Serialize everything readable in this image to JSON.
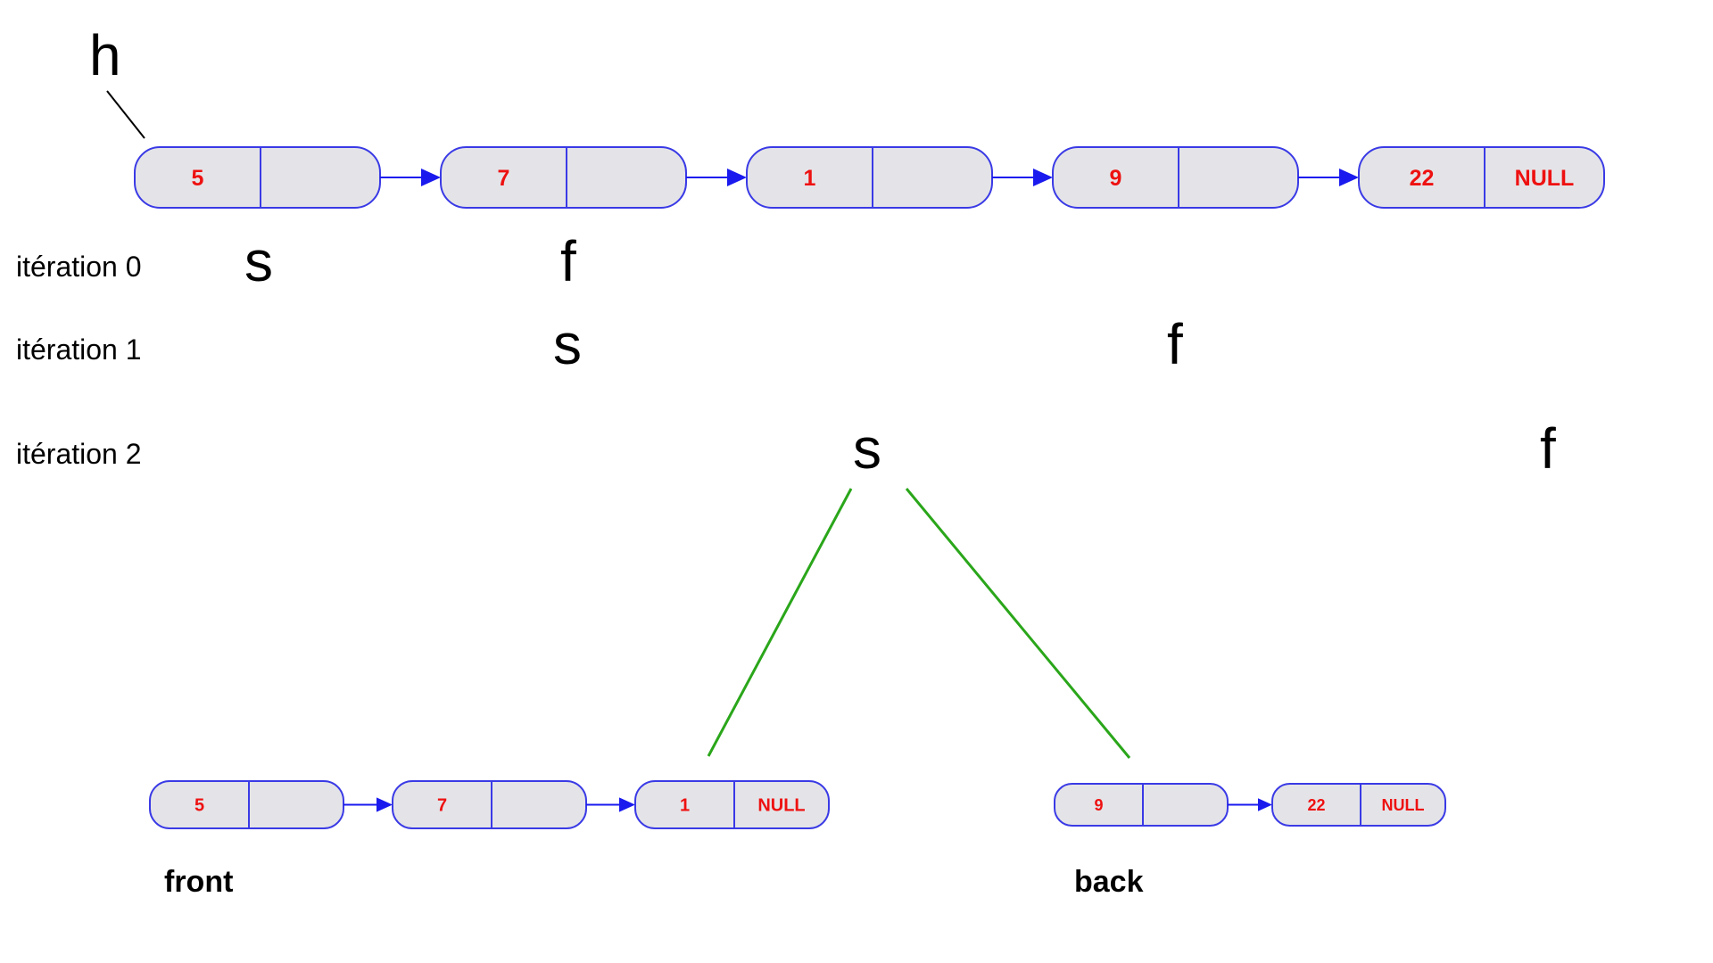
{
  "head_pointer": {
    "label": "h"
  },
  "main_list": [
    {
      "value": "5",
      "next": ""
    },
    {
      "value": "7",
      "next": ""
    },
    {
      "value": "1",
      "next": ""
    },
    {
      "value": "9",
      "next": ""
    },
    {
      "value": "22",
      "next": "NULL"
    }
  ],
  "iterations": [
    {
      "label": "itération 0",
      "slow": "s",
      "fast": "f"
    },
    {
      "label": "itération 1",
      "slow": "s",
      "fast": "f"
    },
    {
      "label": "itération 2",
      "slow": "s",
      "fast": "f"
    }
  ],
  "front": {
    "label": "front",
    "nodes": [
      {
        "value": "5",
        "next": ""
      },
      {
        "value": "7",
        "next": ""
      },
      {
        "value": "1",
        "next": "NULL"
      }
    ]
  },
  "back": {
    "label": "back",
    "nodes": [
      {
        "value": "9",
        "next": ""
      },
      {
        "value": "22",
        "next": "NULL"
      }
    ]
  },
  "colors": {
    "node_fill": "#e4e4e8",
    "node_stroke": "#3a3ae6",
    "node_text": "#ee1111",
    "link": "#1a1aee",
    "split_line": "#2aa61a"
  }
}
